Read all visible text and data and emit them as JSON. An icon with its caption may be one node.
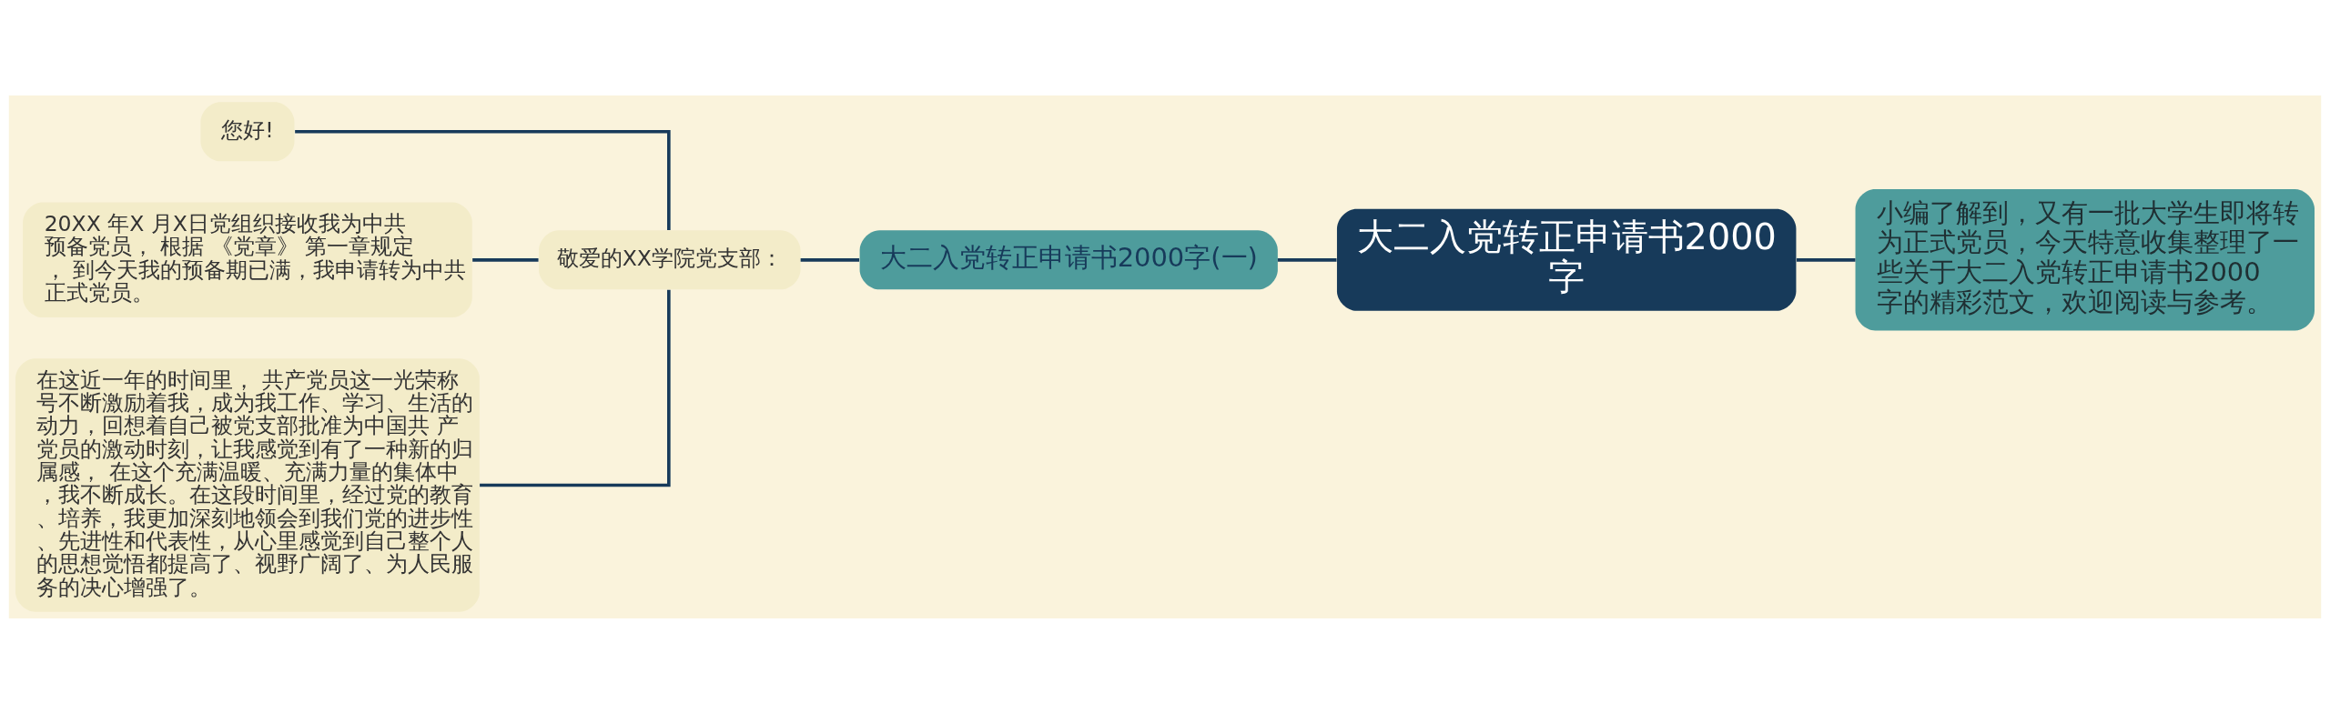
{
  "diagram": {
    "nodes": [
      {
        "text": [
          "大二入党转正申请书2000字"
        ]
      },
      {
        "text": [
          "小编了解到，又有一批大学生即将转为正式党员，今天特意收集整理了一些关于大二入党转正申请书2000字的精彩范文，欢迎阅读与参考。"
        ]
      },
      {
        "text": [
          "大二入党转正申请书2000字(一)"
        ]
      },
      {
        "text": [
          "敬爱的XX学院党支部："
        ]
      },
      {
        "text": [
          "您好!"
        ]
      },
      {
        "text": [
          "20XX 年X 月X日党组织接收我为中共预备党员， 根据 《党章》 第一章规定， 到今天我的预备期已满，我申请转为中共正式党员。"
        ]
      },
      {
        "text": [
          "在这近一年的时间里， 共产党员这一光荣称号不断激励着我，成为我工作、学习、生活的动力，回想着自己被党支部批准为中国共 产党员的激动时刻，让我感觉到有了一种新的归属感， 在这个充满温暖、充满力量的集体中，我不断成长。在这段时间里，经过党的教育、培养，我更加深刻地领会到我们党的进步性、先进性和代表性，从心里感觉到自己整个人的思想觉悟都提高了、视野广阔了、为人民服务的决心增强了。"
        ]
      }
    ],
    "edges": [
      {
        "from": 0,
        "to": 1,
        "arrow": "none"
      },
      {
        "from": 0,
        "to": 2,
        "arrow": "none"
      },
      {
        "from": 2,
        "to": 3,
        "arrow": "none"
      },
      {
        "from": 3,
        "to": 4,
        "arrow": "none"
      },
      {
        "from": 3,
        "to": 5,
        "arrow": "none"
      },
      {
        "from": 3,
        "to": 6,
        "arrow": "none"
      }
    ]
  }
}
